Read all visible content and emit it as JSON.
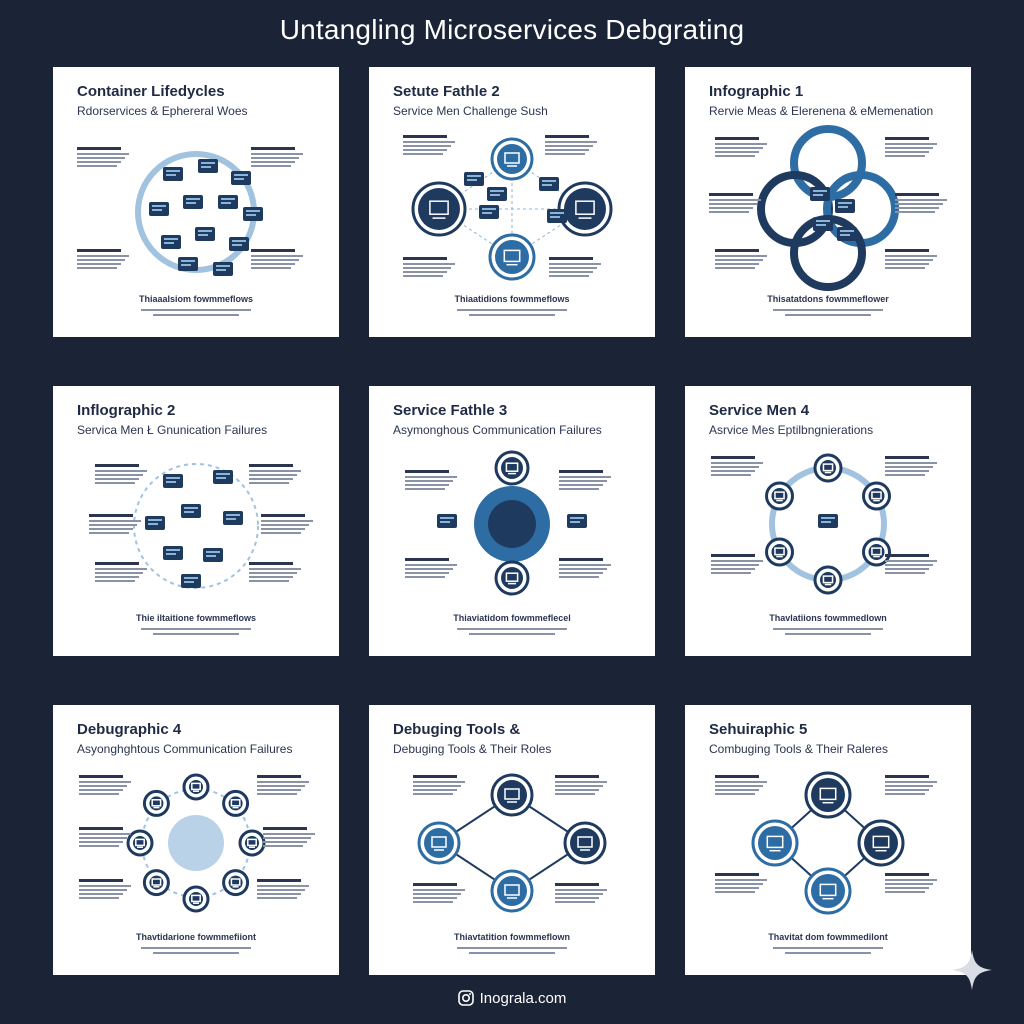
{
  "title": "Untangling Microservices Debgrating",
  "footer": {
    "brand": "Inograla.com",
    "icon": "instagram-icon"
  },
  "colors": {
    "background": "#1b2436",
    "navy": "#1f3a5f",
    "blue": "#2e6da4",
    "light": "#8ab4d8"
  },
  "cards": [
    {
      "title": "Container Lifedycles",
      "subtitle": "Rdorservices & Ephereral Woes",
      "footer": "Thiaaalsiom fowmmeflows",
      "style": "cluster"
    },
    {
      "title": "Setute Fathle 2",
      "subtitle": "Service Men Challenge Sush",
      "footer": "Thiaatidions fowmmeflows",
      "style": "network"
    },
    {
      "title": "Infographic 1",
      "subtitle": "Rervie Meas & Elerenena & eMemenation",
      "footer": "Thisatatdons fowmmeflower",
      "style": "rings"
    },
    {
      "title": "Inflographic 2",
      "subtitle": "Servica Men Ł Gnunication Failures",
      "footer": "Thie iltaitione fowmmeflows",
      "style": "hexring"
    },
    {
      "title": "Service Fathle 3",
      "subtitle": "Asymonghous Communication Failures",
      "footer": "Thiaviatidom fowmmeflecel",
      "style": "hub"
    },
    {
      "title": "Service Men 4",
      "subtitle": "Asrvice Mes Eptilbngnierations",
      "footer": "Thavlatiions fowmmedlown",
      "style": "cycle"
    },
    {
      "title": "Debugraphic 4",
      "subtitle": "Asyonghghtous Communication Failures",
      "footer": "Thavtidarione fowmmefiiont",
      "style": "octo"
    },
    {
      "title": "Debuging Tools &",
      "subtitle": "Debuging Tools & Their Roles",
      "footer": "Thiavtatition fowmmeflown",
      "style": "diamond"
    },
    {
      "title": "Sehuiraphic 5",
      "subtitle": "Combuging Tools & Their Raleres",
      "footer": "Thavitat dom fowmmedilont",
      "style": "diamond2"
    }
  ]
}
